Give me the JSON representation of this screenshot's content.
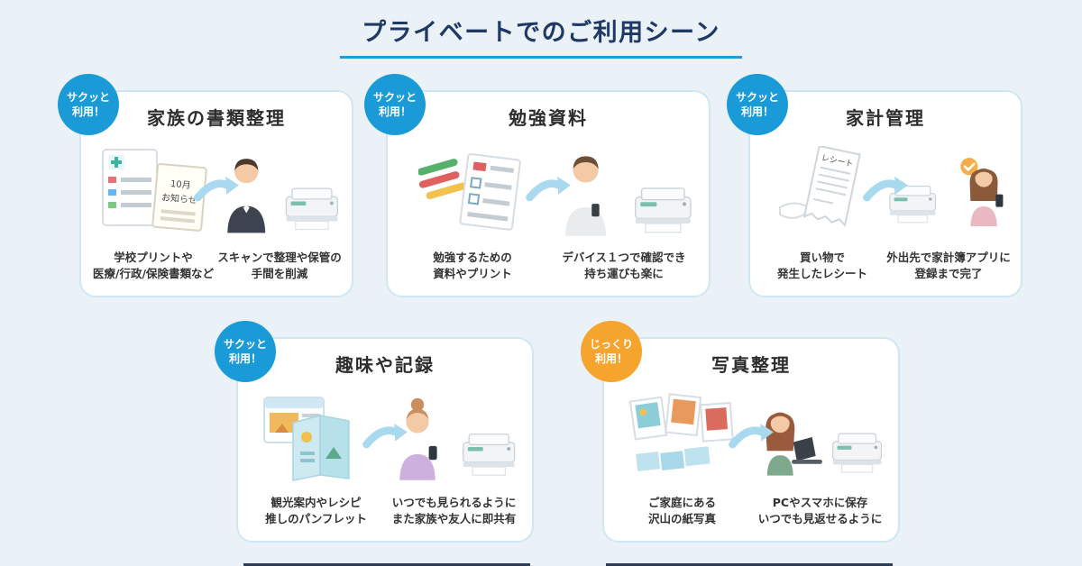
{
  "page": {
    "title": "プライベートでのご利用シーン"
  },
  "colors": {
    "background": "#eaf2f8",
    "title_text": "#1f3864",
    "title_underline": "#1b9fd8",
    "card_background": "#ffffff",
    "card_border": "#cfe7f3",
    "badge_blue": "#1a9bd7",
    "badge_orange": "#f5a42d",
    "arrow": "#a9d9ef",
    "caption_text": "#333333"
  },
  "icons": {
    "arrow": "curved-right-arrow",
    "printer": "printer-scanner",
    "check": "checkmark-in-circle"
  },
  "cards": [
    {
      "badge_label": "サクッと\n利用！",
      "badge_style": "blue",
      "title": "家族の書類整理",
      "left_caption": "学校プリントや\n医療/行政/保険書類など",
      "right_caption": "スキャンで整理や保管の\n手間を削減",
      "paper_note_line1": "10月",
      "paper_note_line2": "お知らせ"
    },
    {
      "badge_label": "サクッと\n利用！",
      "badge_style": "blue",
      "title": "勉強資料",
      "left_caption": "勉強するための\n資料やプリント",
      "right_caption": "デバイス１つで確認でき\n持ち運びも楽に"
    },
    {
      "badge_label": "サクッと\n利用！",
      "badge_style": "blue",
      "title": "家計管理",
      "receipt_label": "レシート",
      "left_caption": "買い物で\n発生したレシート",
      "right_caption": "外出先で家計簿アプリに\n登録まで完了"
    },
    {
      "badge_label": "サクッと\n利用！",
      "badge_style": "blue",
      "title": "趣味や記録",
      "left_caption": "観光案内やレシピ\n推しのパンフレット",
      "right_caption": "いつでも見られるように\nまた家族や友人に即共有"
    },
    {
      "badge_label": "じっくり\n利用！",
      "badge_style": "orange",
      "title": "写真整理",
      "left_caption": "ご家庭にある\n沢山の紙写真",
      "right_caption": "PCやスマホに保存\nいつでも見返せるように"
    }
  ]
}
